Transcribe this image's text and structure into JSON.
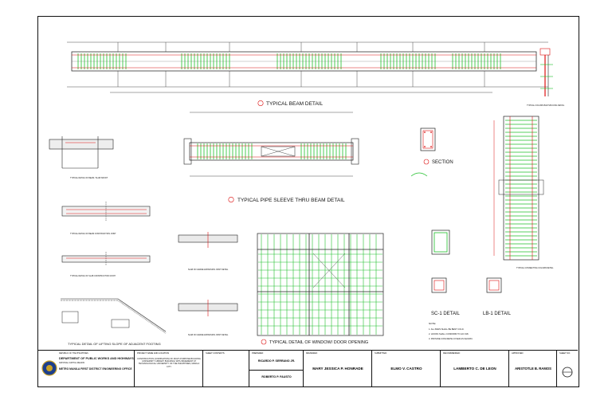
{
  "details": {
    "typical_beam": "TYPICAL BEAM DETAIL",
    "pipe_sleeve": "TYPICAL PIPE SLEEVE THRU BEAM DETAIL",
    "window_door": "TYPICAL DETAIL OF WINDOW/ DOOR OPENING",
    "lifting_slope": "TYPICAL DETAIL OF LIFTING SLOPE OF ADJACENT FOOTING",
    "beam_slab_soffit": "TYPICAL DETAIL OF BEAM / SLAB SOFFIT",
    "beam_joint": "TYPICAL DETAIL OF BEAM CONSTRUCTION JOINT",
    "slab_joint": "TYPICAL DETAIL OF SLAB CONSTRUCTION JOINT",
    "slab_grade_1": "SLAB ON GRADE EXPANSION JOINT DETAIL",
    "slab_grade_2": "SLAB ON GRADE EXPANSION JOINT DETAIL",
    "section": "SECTION",
    "sc1": "SC-1 DETAIL",
    "lb1": "LB-1 DETAIL",
    "column_bars": "TYPICAL COLUMN BAR SPLICING DETAIL",
    "column_side": "TYPICAL CONNECTING COLUMN DETAIL"
  },
  "notes": {
    "title": "NOTE:",
    "lines": [
      "1. ALL BARS SHALL BE BENT COLD.",
      "2. HOOKS SHALL CONFORM TO ACI 318.",
      "3. PROVIDE CONCRETE COVER AS SHOWN."
    ]
  },
  "title_block": {
    "agency_top": "REPUBLIC OF THE PHILIPPINES",
    "agency": "DEPARTMENT OF PUBLIC WORKS AND HIGHWAYS",
    "region": "NATIONAL CAPITAL REGION",
    "office": "METRO MANILA FIRST DISTRICT ENGINEERING OFFICE",
    "project_head": "PROJECT NAME AND LOCATION",
    "project": "CONSTRUCTION (COMPLETION) OF MULTI-PURPOSE BUILDING (UNIVERSITY LIBRARY BUILDING) WITH BASEMENT AT TECHNOLOGICAL UNIVERSITY OF THE PHILIPPINES, MANILA CITY",
    "sheet_contents_head": "SHEET CONTENTS",
    "prepared_head": "PREPARED:",
    "prepared_name": "RICARDO P. SERRANO JR.",
    "prepared_name2": "ROBERTO P. FAUSTO",
    "reviewed_head": "REVIEWED:",
    "reviewed_name": "MARY JESSICA P. HONRADE",
    "submitted_head": "SUBMITTED:",
    "submitted_name": "ELMO V. CASTRO",
    "recommended_head": "RECOMMENDED:",
    "recommended_name": "LAMBERTO C. DE LEON",
    "approved_head": "APPROVED:",
    "approved_name": "ARISTOTLE B. RAMOS",
    "sheet_no_head": "SHEET NO."
  }
}
